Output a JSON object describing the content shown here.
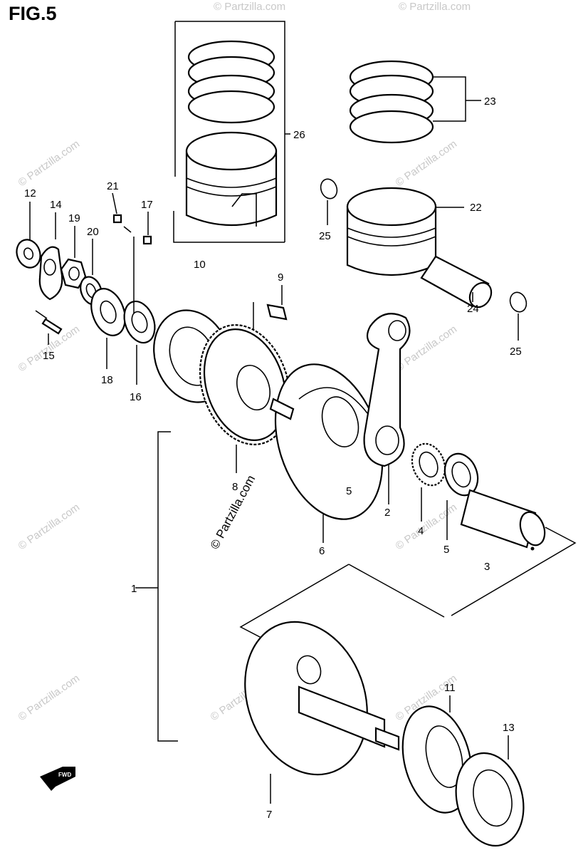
{
  "figure_title": "FIG.5",
  "watermark": "© Partzilla.com",
  "front_arrow_label": "FWD",
  "callouts": {
    "c1": "1",
    "c2": "2",
    "c3": "3",
    "c4": "4",
    "c5a": "5",
    "c5b": "5",
    "c6": "6",
    "c7": "7",
    "c8": "8",
    "c9": "9",
    "c10": "10",
    "c11": "11",
    "c12": "12",
    "c13": "13",
    "c14": "14",
    "c15": "15",
    "c16": "16",
    "c17": "17",
    "c18": "18",
    "c19": "19",
    "c20": "20",
    "c21": "21",
    "c22": "22",
    "c23": "23",
    "c24": "24",
    "c25a": "25",
    "c25b": "25",
    "c26": "26"
  }
}
